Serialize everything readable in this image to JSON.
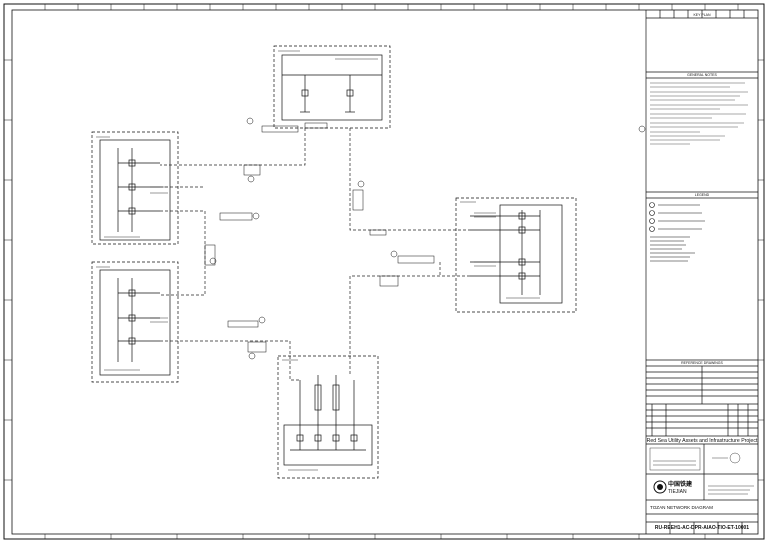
{
  "title_block": {
    "key_plan_label": "KEY PLAN",
    "general_notes_label": "GENERAL NOTES",
    "legend_label": "LEGEND",
    "reference_drawings_label": "REFERENCE DRAWINGS",
    "project_name": "Red Sea Utility Assets and Infrastructure Project",
    "company_cn": "中国铁建",
    "company_en": "TIEJIAN",
    "drawing_title": "TOZAN NETWORK DIAGRAM",
    "drawing_number": "RU-REEH1-AC-DPR-AIAO-TIO-ET-10001"
  },
  "colors": {
    "line": "#111111",
    "background": "#ffffff",
    "dash": "#222222"
  }
}
